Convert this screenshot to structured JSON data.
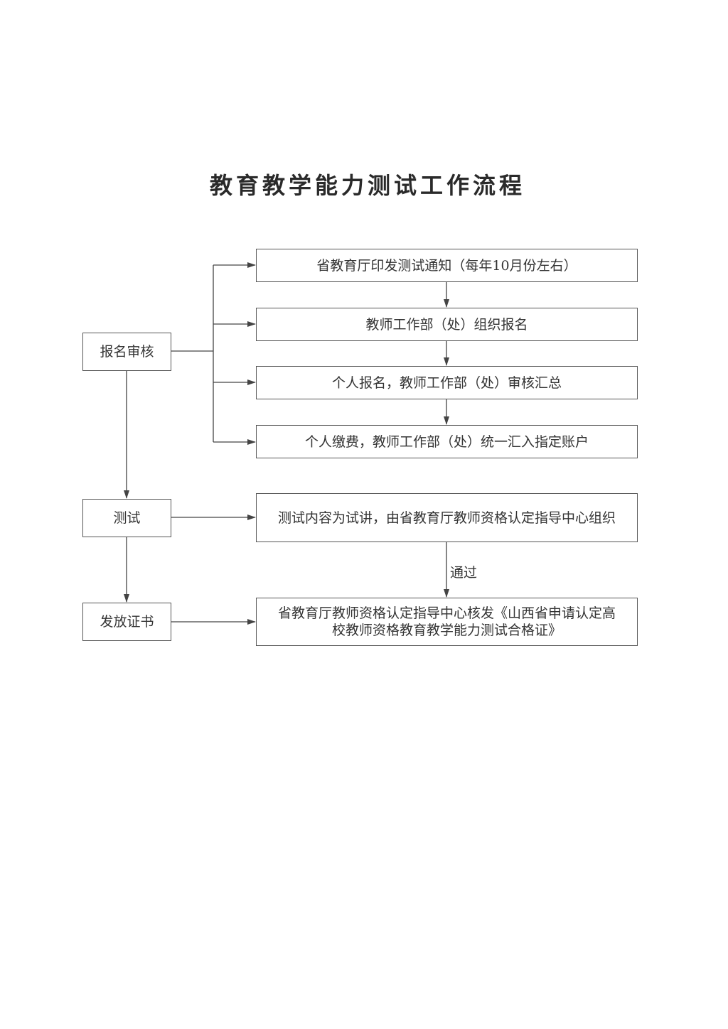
{
  "title": "教育教学能力测试工作流程",
  "stages": {
    "register": "报名审核",
    "test": "测试",
    "certificate": "发放证书"
  },
  "steps": {
    "notice": "省教育厅印发测试通知（每年10月份左右）",
    "organize": "教师工作部（处）组织报名",
    "review": "个人报名，教师工作部（处）审核汇总",
    "payment": "个人缴费，教师工作部（处）统一汇入指定账户",
    "test_content": "测试内容为试讲，由省教育厅教师资格认定指导中心组织",
    "issue_line1": "省教育厅教师资格认定指导中心核发《山西省申请认定高",
    "issue_line2": "校教师资格教育教学能力测试合格证》"
  },
  "edge_labels": {
    "pass": "通过"
  },
  "colors": {
    "line": "#444444",
    "text": "#333333",
    "border": "#555555"
  }
}
